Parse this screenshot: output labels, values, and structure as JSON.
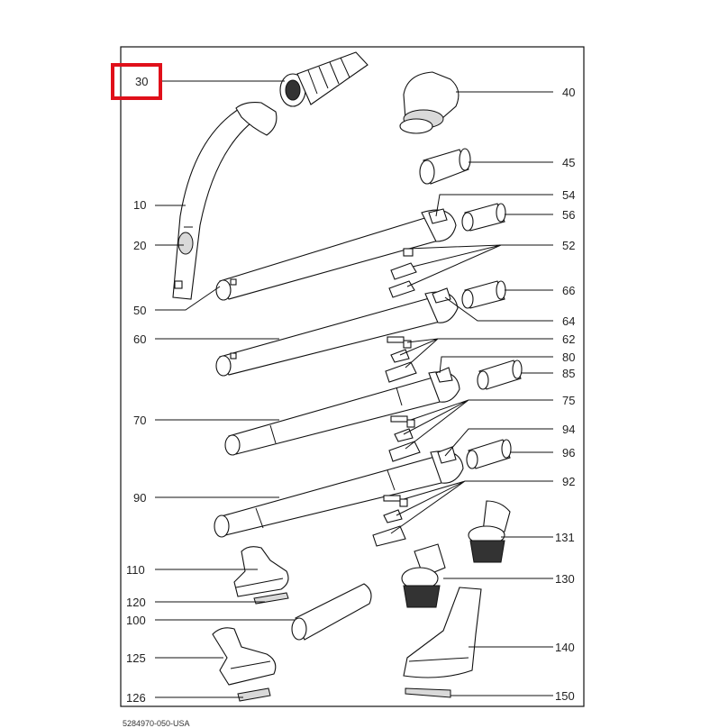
{
  "diagram": {
    "highlight_color": "#e0101a",
    "highlighted_label": "30",
    "footer_code": "5284970-050-USA",
    "labels": [
      {
        "id": "l30",
        "text": "30"
      },
      {
        "id": "l10",
        "text": "10"
      },
      {
        "id": "l20",
        "text": "20"
      },
      {
        "id": "l50",
        "text": "50"
      },
      {
        "id": "l60",
        "text": "60"
      },
      {
        "id": "l70",
        "text": "70"
      },
      {
        "id": "l90",
        "text": "90"
      },
      {
        "id": "l110",
        "text": "110"
      },
      {
        "id": "l120",
        "text": "120"
      },
      {
        "id": "l100",
        "text": "100"
      },
      {
        "id": "l125",
        "text": "125"
      },
      {
        "id": "l126",
        "text": "126"
      },
      {
        "id": "l40",
        "text": "40"
      },
      {
        "id": "l45",
        "text": "45"
      },
      {
        "id": "l54",
        "text": "54"
      },
      {
        "id": "l56",
        "text": "56"
      },
      {
        "id": "l52",
        "text": "52"
      },
      {
        "id": "l66",
        "text": "66"
      },
      {
        "id": "l64",
        "text": "64"
      },
      {
        "id": "l62",
        "text": "62"
      },
      {
        "id": "l80",
        "text": "80"
      },
      {
        "id": "l85",
        "text": "85"
      },
      {
        "id": "l75",
        "text": "75"
      },
      {
        "id": "l94",
        "text": "94"
      },
      {
        "id": "l96",
        "text": "96"
      },
      {
        "id": "l92",
        "text": "92"
      },
      {
        "id": "l131",
        "text": "131"
      },
      {
        "id": "l130",
        "text": "130"
      },
      {
        "id": "l140",
        "text": "140"
      },
      {
        "id": "l150",
        "text": "150"
      }
    ]
  }
}
